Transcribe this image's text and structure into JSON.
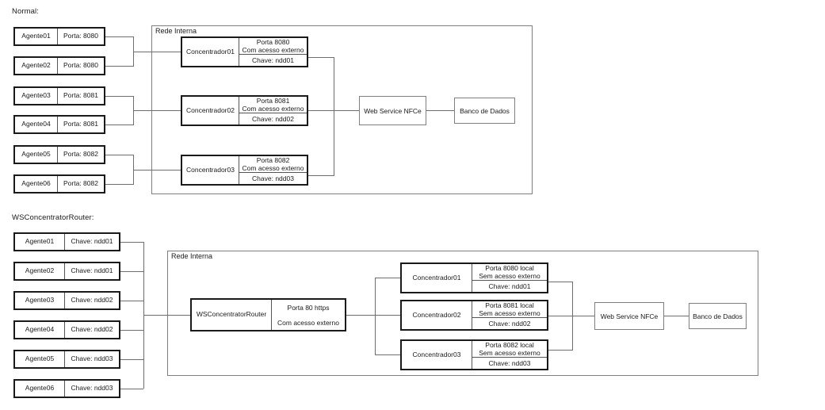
{
  "sections": [
    {
      "id": "normal",
      "title": "Normal:",
      "network_label": "Rede Interna",
      "agents": [
        {
          "name": "Agente01",
          "detail": "Porta: 8080"
        },
        {
          "name": "Agente02",
          "detail": "Porta: 8080"
        },
        {
          "name": "Agente03",
          "detail": "Porta: 8081"
        },
        {
          "name": "Agente04",
          "detail": "Porta: 8081"
        },
        {
          "name": "Agente05",
          "detail": "Porta: 8082"
        },
        {
          "name": "Agente06",
          "detail": "Porta: 8082"
        }
      ],
      "concentrators": [
        {
          "name": "Concentrador01",
          "porta": "Porta 8080",
          "acesso": "Com acesso externo",
          "chave": "Chave: ndd01"
        },
        {
          "name": "Concentrador02",
          "porta": "Porta 8081",
          "acesso": "Com acesso externo",
          "chave": "Chave: ndd02"
        },
        {
          "name": "Concentrador03",
          "porta": "Porta 8082",
          "acesso": "Com acesso externo",
          "chave": "Chave: ndd03"
        }
      ],
      "webservice": "Web Service NFCe",
      "database": "Banco de Dados"
    },
    {
      "id": "wsrouter",
      "title": "WSConcentratorRouter:",
      "network_label": "Rede Interna",
      "agents": [
        {
          "name": "Agente01",
          "detail": "Chave: ndd01"
        },
        {
          "name": "Agente02",
          "detail": "Chave: ndd01"
        },
        {
          "name": "Agente03",
          "detail": "Chave: ndd02"
        },
        {
          "name": "Agente04",
          "detail": "Chave: ndd02"
        },
        {
          "name": "Agente05",
          "detail": "Chave: ndd03"
        },
        {
          "name": "Agente06",
          "detail": "Chave: ndd03"
        }
      ],
      "router": {
        "name": "WSConcentratorRouter",
        "porta": "Porta 80 https",
        "acesso": "Com acesso externo"
      },
      "concentrators": [
        {
          "name": "Concentrador01",
          "porta": "Porta 8080 local",
          "acesso": "Sem acesso externo",
          "chave": "Chave: ndd01"
        },
        {
          "name": "Concentrador02",
          "porta": "Porta 8081 local",
          "acesso": "Sem acesso externo",
          "chave": "Chave: ndd02"
        },
        {
          "name": "Concentrador03",
          "porta": "Porta 8082 local",
          "acesso": "Sem acesso externo",
          "chave": "Chave: ndd03"
        }
      ],
      "webservice": "Web Service NFCe",
      "database": "Banco de Dados"
    }
  ],
  "colors": {
    "node_border_strong": "#1a1a1a",
    "node_border_light": "#7f7f7f",
    "connector": "#6e6e6e",
    "background": "#ffffff",
    "text": "#1a1a1a"
  }
}
